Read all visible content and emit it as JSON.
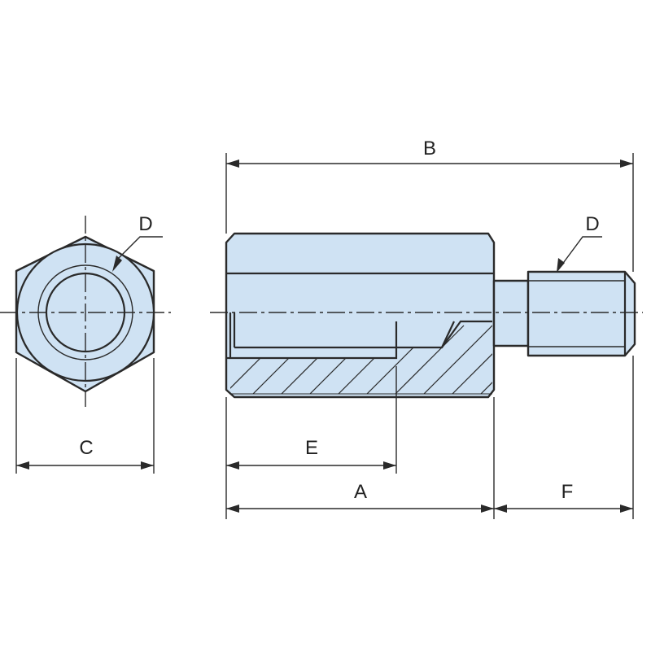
{
  "diagram": {
    "labels": {
      "A": "A",
      "B": "B",
      "C": "C",
      "D_end": "D",
      "D_side": "D",
      "E": "E",
      "F": "F"
    },
    "fill_color": "#cfe2f3",
    "line_color": "#2a2a2a"
  }
}
